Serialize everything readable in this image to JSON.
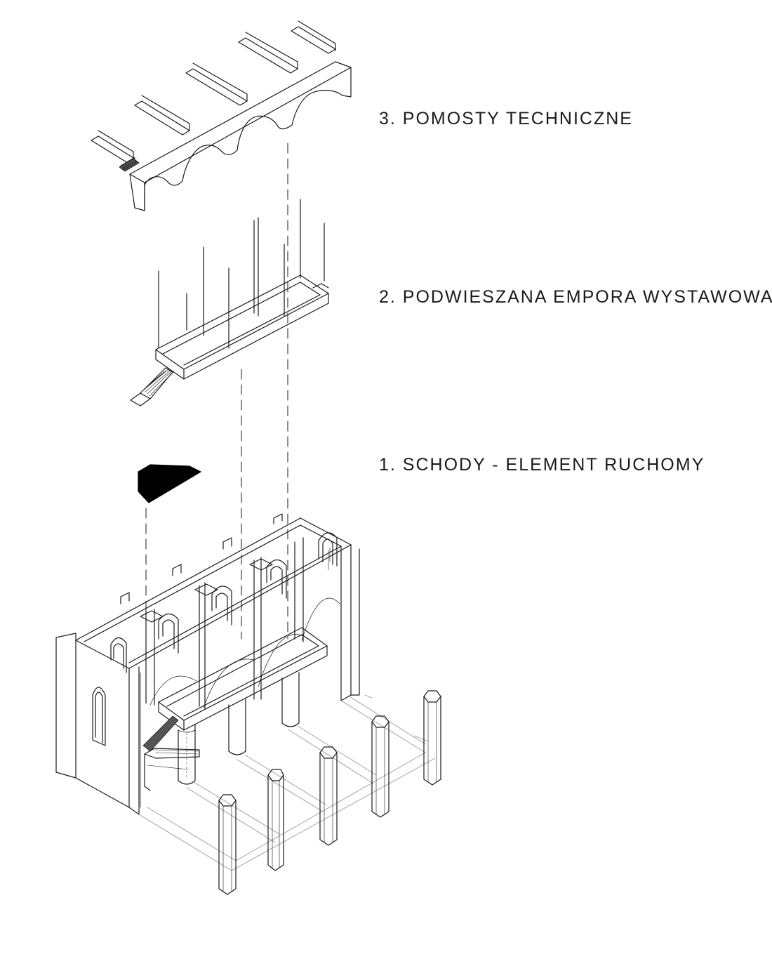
{
  "labels": {
    "layer3": "3. POMOSTY TECHNICZNE",
    "layer2": "2. PODWIESZANA EMPORA WYSTAWOWA",
    "layer1": "1. SCHODY - ELEMENT RUCHOMY"
  },
  "colors": {
    "line": "#1a1a1a",
    "faint_line": "#9a9a9a",
    "fill_dark": "#000000",
    "background": "#ffffff"
  }
}
